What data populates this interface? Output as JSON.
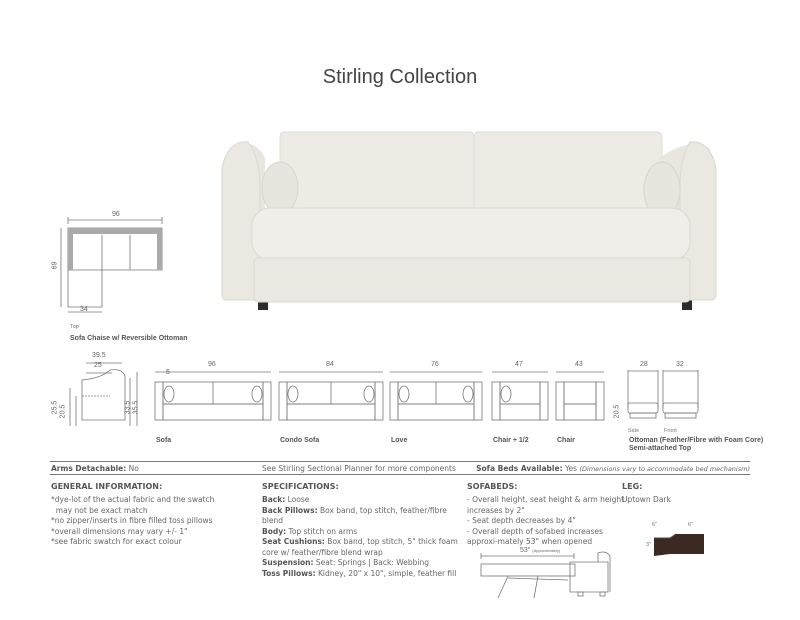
{
  "title": "Stirling Collection",
  "colors": {
    "sofa_fabric": "#ebe8e2",
    "leg": "#3a2a22",
    "text": "#555555"
  },
  "chaise": {
    "width": "96",
    "depth": "69",
    "chaise_width": "34",
    "view": "Top",
    "caption": "Sofa Chaise w/ Reversible Ottoman"
  },
  "side_profile": {
    "depth": "39.5",
    "seat_depth": "25",
    "arm_height": "25.5",
    "seat_height": "20.5",
    "back_height_1": "33.5",
    "back_height_2": "35.5",
    "cushion": "5"
  },
  "pieces": [
    {
      "width": "96",
      "caption": "Sofa"
    },
    {
      "width": "84",
      "caption": "Condo Sofa"
    },
    {
      "width": "76",
      "caption": "Love"
    },
    {
      "width": "47",
      "caption": "Chair + 1/2"
    },
    {
      "width": "43",
      "caption": "Chair"
    }
  ],
  "ottoman": {
    "side": "28",
    "front": "32",
    "height": "20.5",
    "side_label": "Side",
    "front_label": "Front",
    "caption_1": "Ottoman (Feather/Fibre with Foam Core)",
    "caption_2": "Semi-attached Top"
  },
  "info_row": {
    "arms_label": "Arms Detachable:",
    "arms_value": "No",
    "planner": "See Stirling Sectional Planner for more components",
    "sofabeds_label": "Sofa Beds Available:",
    "sofabeds_value": "Yes",
    "sofabeds_note": "(Dimensions vary to accommodate bed mechanism)"
  },
  "general": {
    "heading": "GENERAL INFORMATION:",
    "lines": [
      "*dye-lot of the actual fabric and the swatch",
      "  may not be exact match",
      "*no zipper/inserts in fibre filled toss pillows",
      "*overall dimensions may vary +/- 1\"",
      "*see fabric swatch for exact colour"
    ]
  },
  "specs": {
    "heading": "SPECIFICATIONS:",
    "items": [
      {
        "label": "Back:",
        "value": " Loose"
      },
      {
        "label": "Back Pillows:",
        "value": " Box band, top stitch, feather/fibre blend"
      },
      {
        "label": "Body:",
        "value": " Top stitch on arms"
      },
      {
        "label": "Seat Cushions:",
        "value": " Box band, top stitch, 5\" thick foam core w/ feather/fibre blend wrap"
      },
      {
        "label": "Suspension:",
        "value": " Seat: Springs  |  Back: Webbing"
      },
      {
        "label": "Toss Pillows:",
        "value": " Kidney, 20\" x 10\", simple, feather fill"
      }
    ]
  },
  "sofabeds": {
    "heading": "SOFABEDS:",
    "lines": [
      "- Overall height, seat height & arm height increases by 2\"",
      "- Seat depth decreases by 4\"",
      "- Overall depth of sofabed increases approxi-mately 53\" when opened"
    ],
    "dim": "53\"",
    "dim_note": "(Approximately)"
  },
  "leg": {
    "heading": "LEG:",
    "value": "Uptown Dark",
    "w1": "6\"",
    "w2": "6\"",
    "h": "3\""
  }
}
